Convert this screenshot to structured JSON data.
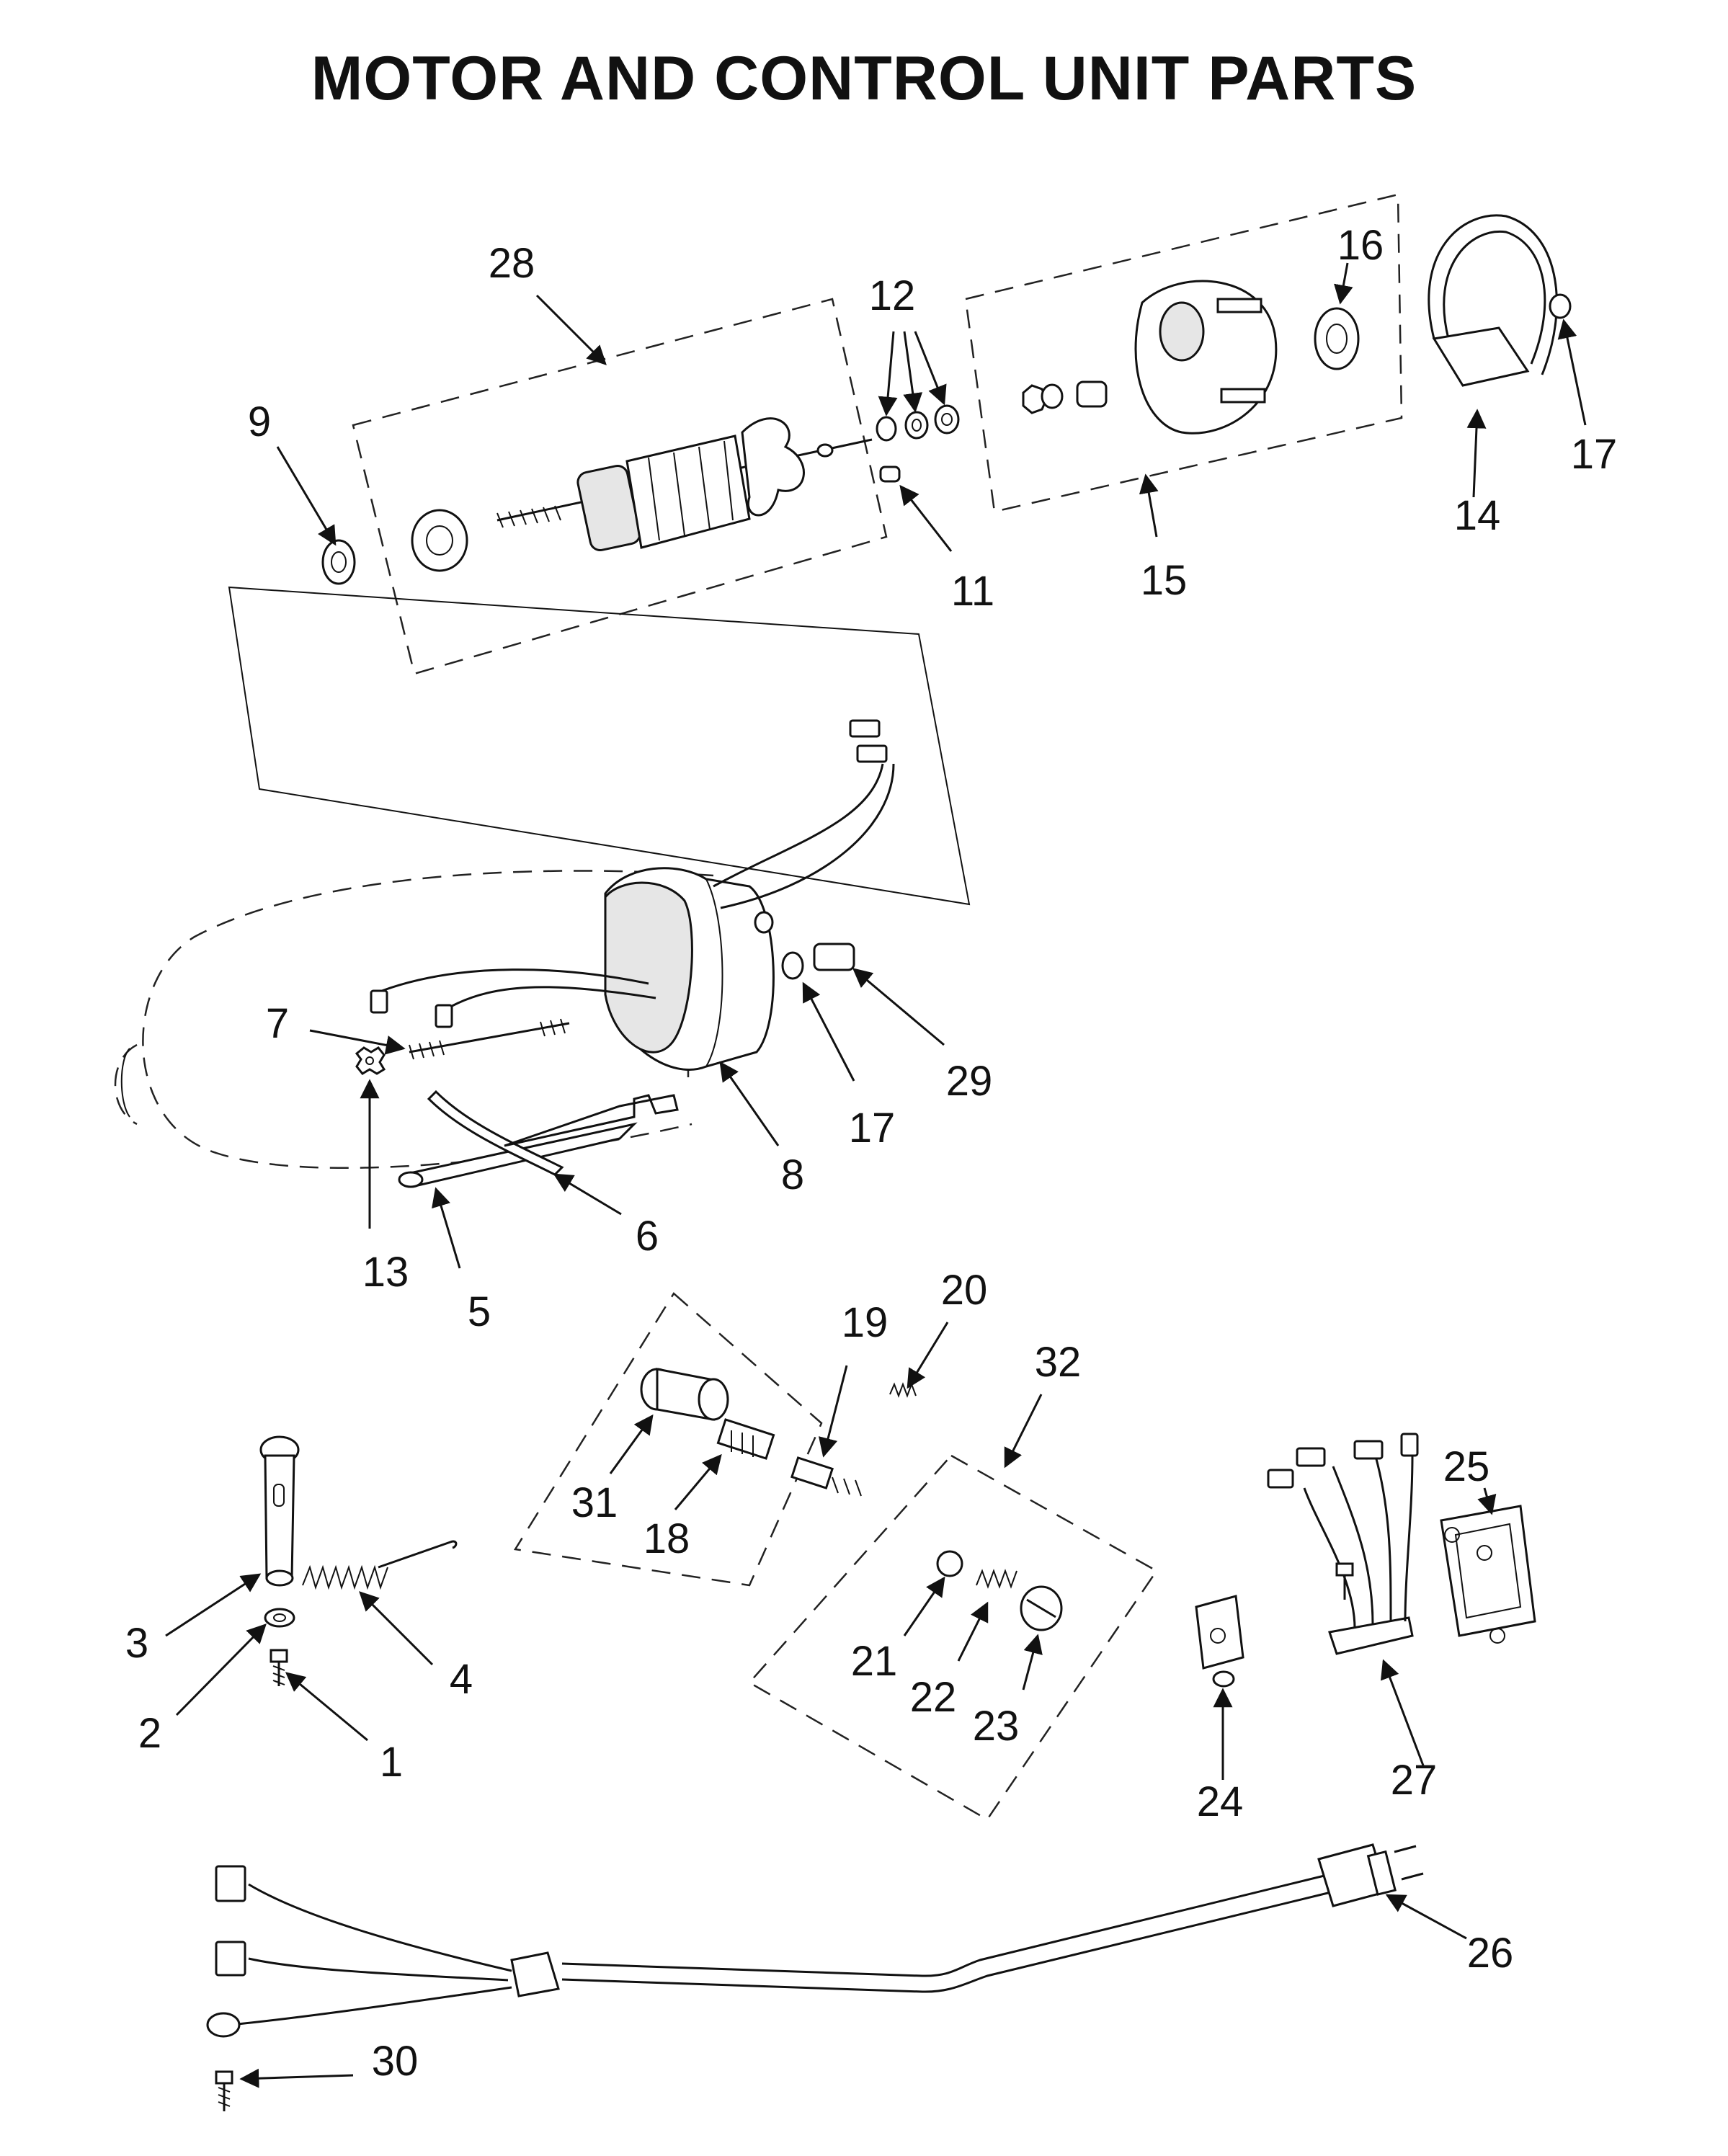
{
  "title": "MOTOR AND CONTROL UNIT PARTS",
  "callouts": {
    "c1": "1",
    "c2": "2",
    "c3": "3",
    "c4": "4",
    "c5": "5",
    "c6": "6",
    "c7": "7",
    "c8": "8",
    "c9": "9",
    "c11": "11",
    "c12": "12",
    "c13": "13",
    "c14": "14",
    "c15": "15",
    "c16": "16",
    "c17a": "17",
    "c17b": "17",
    "c18": "18",
    "c19": "19",
    "c20": "20",
    "c21": "21",
    "c22": "22",
    "c23": "23",
    "c24": "24",
    "c25": "25",
    "c26": "26",
    "c27": "27",
    "c28": "28",
    "c29": "29",
    "c30": "30",
    "c31": "31",
    "c32": "32"
  }
}
